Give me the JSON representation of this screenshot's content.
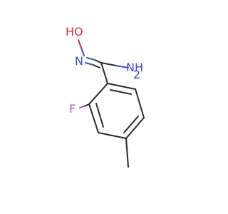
{
  "molecule": {
    "atoms": {
      "hydroxyl_label": "HO",
      "imine_n_label": "N",
      "amine_label": "NH",
      "amine_subscript": "2",
      "fluorine_label": "F"
    },
    "colors": {
      "carbon": "#2a2a2a",
      "nitrogen": "#3a4ec0",
      "oxygen": "#d03030",
      "fluorine": "#c050c0",
      "background": "#ffffff"
    }
  }
}
